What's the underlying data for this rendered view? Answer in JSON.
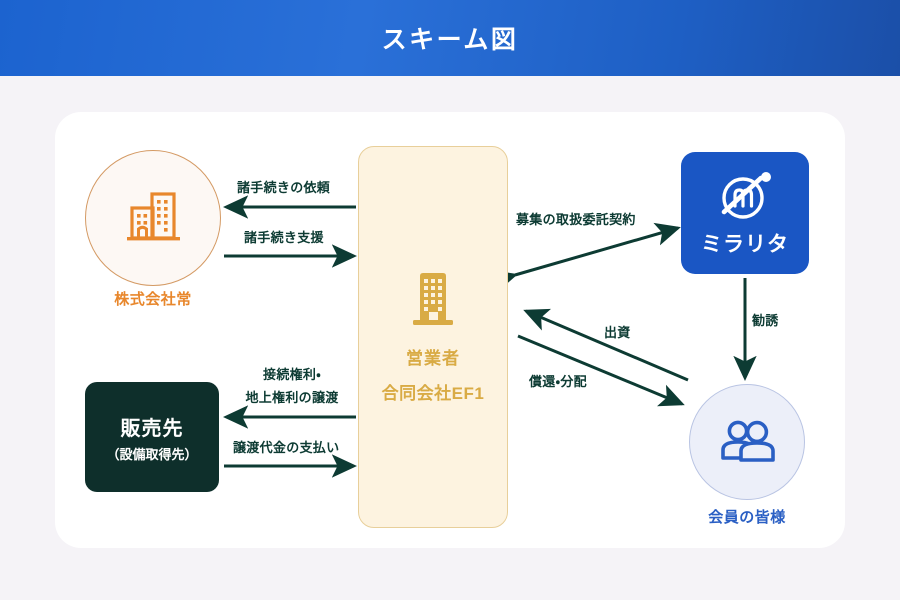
{
  "header": {
    "title": "スキーム図"
  },
  "colors": {
    "header_gradient_start": "#1c63cf",
    "header_gradient_end": "#1b4fa8",
    "page_background": "#f5f3f7",
    "card_background": "#ffffff",
    "orange_accent": "#e8872c",
    "gold_accent": "#d9ab45",
    "dark_teal": "#0e2f2b",
    "brand_blue": "#1a56c4",
    "member_blue": "#2a5fc4",
    "arrow_color": "#0d3b33"
  },
  "nodes": {
    "company_joe": {
      "label": "株式会社常",
      "icon": "office-building-icon"
    },
    "sales_destination": {
      "title": "販売先",
      "subtitle": "（設備取得先）"
    },
    "operator": {
      "line1": "営業者",
      "line2": "合同会社EF1",
      "icon": "building-icon"
    },
    "miralita": {
      "brand_text": "ミラリタ",
      "logo_icon": "miralita-m-logo-icon"
    },
    "members": {
      "label": "会員の皆様",
      "icon": "users-group-icon"
    }
  },
  "arrows": [
    {
      "id": "procedure-request",
      "label": "諸手続きの依頼",
      "from": "operator",
      "to": "company_joe",
      "direction": "left"
    },
    {
      "id": "procedure-support",
      "label": "諸手続き支援",
      "from": "company_joe",
      "to": "operator",
      "direction": "right"
    },
    {
      "id": "rights-transfer",
      "label_line1": "接続権利・",
      "label_line2": "地上権利の譲渡",
      "from": "operator",
      "to": "sales_destination",
      "direction": "left"
    },
    {
      "id": "transfer-payment",
      "label": "譲渡代金の支払い",
      "from": "sales_destination",
      "to": "operator",
      "direction": "right"
    },
    {
      "id": "solicitation-entrustment",
      "label": "募集の取扱委託契約",
      "from": "operator",
      "to": "miralita",
      "direction": "both"
    },
    {
      "id": "solicitation",
      "label": "勧誘",
      "from": "miralita",
      "to": "members",
      "direction": "down"
    },
    {
      "id": "investment",
      "label": "出資",
      "from": "members",
      "to": "operator",
      "direction": "up-left"
    },
    {
      "id": "redemption-distribution",
      "label": "償還・分配",
      "from": "operator",
      "to": "members",
      "direction": "down-right"
    }
  ]
}
